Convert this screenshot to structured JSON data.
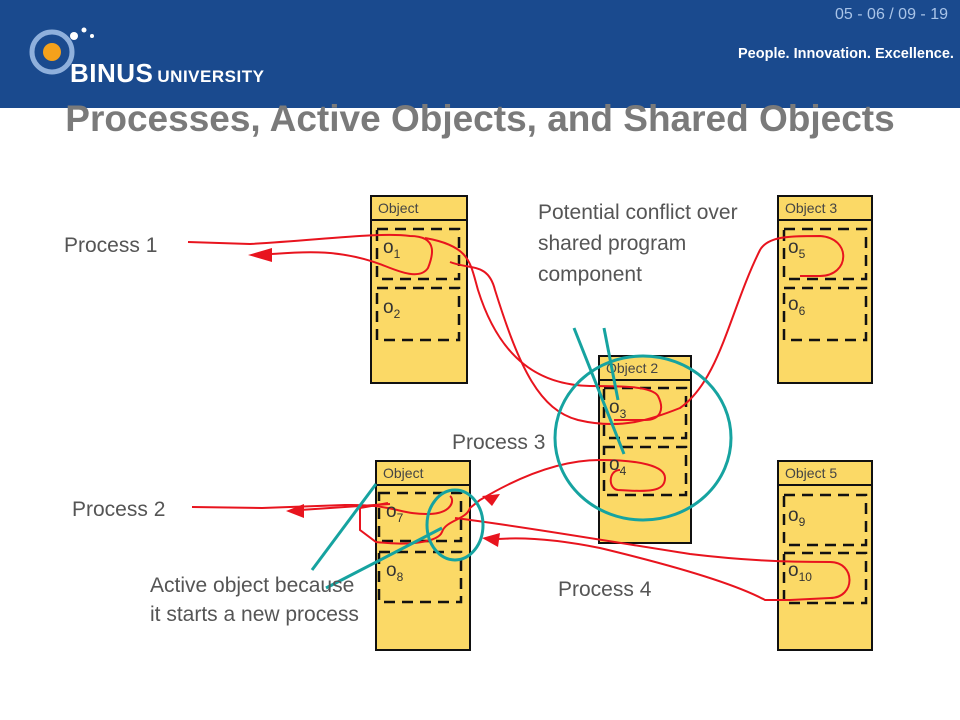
{
  "header": {
    "date": "05 - 06 / 09 - 19",
    "logo_text": "BINUS",
    "logo_suffix": "UNIVERSITY",
    "tagline": "People. Innovation. Excellence."
  },
  "title": "Processes, Active Objects, and Shared Objects",
  "labels": {
    "process1": "Process 1",
    "process2": "Process 2",
    "process3": "Process 3",
    "process4": "Process 4",
    "conflict": "Potential conflict over shared program component",
    "active": "Active object because it starts a new process"
  },
  "objects": {
    "obj1": "Object",
    "obj2": "Object 2",
    "obj3": "Object 3",
    "obj4": "Object",
    "obj5": "Object 5"
  },
  "components": {
    "o1": {
      "base": "o",
      "sub": "1"
    },
    "o2": {
      "base": "o",
      "sub": "2"
    },
    "o3": {
      "base": "o",
      "sub": "3"
    },
    "o4": {
      "base": "o",
      "sub": "4"
    },
    "o5": {
      "base": "o",
      "sub": "5"
    },
    "o6": {
      "base": "o",
      "sub": "6"
    },
    "o7": {
      "base": "o",
      "sub": "7"
    },
    "o8": {
      "base": "o",
      "sub": "8"
    },
    "o9": {
      "base": "o",
      "sub": "9"
    },
    "o10": {
      "base": "o",
      "sub": "10"
    }
  },
  "colors": {
    "banner": "#1a4a8e",
    "object_fill": "#fbd966",
    "process_line": "#e8141e",
    "highlight": "#16a3a0",
    "title": "#7a7a7a"
  }
}
